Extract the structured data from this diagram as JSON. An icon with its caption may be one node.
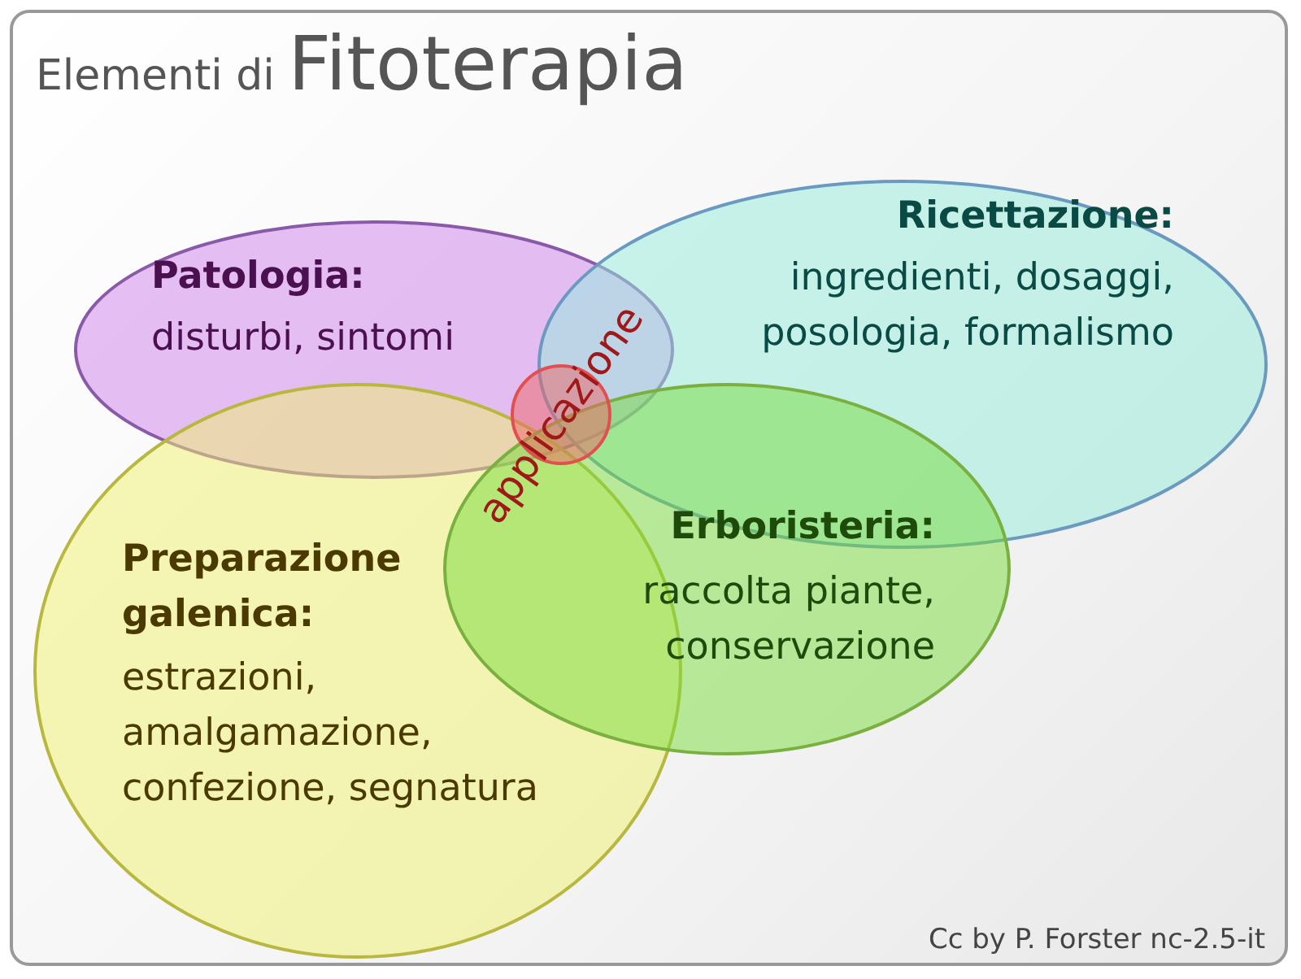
{
  "diagram": {
    "title": "Elementi di Fitoterapia",
    "caption": "Cc by P. Forster nc-2.5-it",
    "nodes": [
      {
        "text": [
          "Patologia:",
          "disturbi, sintomi"
        ]
      },
      {
        "text": [
          "Ricettazione:",
          "ingredienti, dosaggi, posologia, formalismo"
        ]
      },
      {
        "text": [
          "Preparazione galenica:",
          "estrazioni, amalgamazione, confezione, segnatura"
        ]
      },
      {
        "text": [
          "Erboristeria:",
          "raccolta piante, conservazione"
        ]
      },
      {
        "text": [
          "applicazione"
        ]
      }
    ],
    "edges": []
  }
}
